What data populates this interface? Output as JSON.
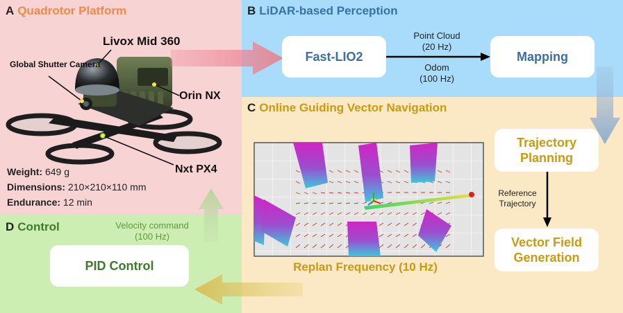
{
  "colors": {
    "panel_a_bg": "#f7d3d3",
    "panel_b_bg": "#a9dcfa",
    "panel_c_bg": "#fbe8c4",
    "panel_d_bg": "#cdeeb2",
    "title_a": "#f08a48",
    "title_b": "#3a6fa7",
    "title_c": "#c99a12",
    "title_d": "#3d7a2b",
    "obstacle_top": "#d024c4",
    "obstacle_bottom": "#3ec6dc",
    "vector_field": "#c0392b"
  },
  "panel_a": {
    "letter": "A",
    "title": "Quadrotor Platform",
    "labels": {
      "livox": "Livox Mid 360",
      "camera": "Global Shutter Camera",
      "orin": "Orin NX",
      "nxt": "Nxt PX4"
    },
    "specs": [
      {
        "key": "Weight:",
        "value": " 649 g"
      },
      {
        "key": "Dimensions:",
        "value": " 210×210×110 mm"
      },
      {
        "key": "Endurance:",
        "value": " 12 min"
      }
    ]
  },
  "panel_b": {
    "letter": "B",
    "title": "LiDAR-based Perception",
    "box_left": "Fast-LIO2",
    "box_right": "Mapping",
    "edge_top": {
      "line1": "Point Cloud",
      "line2": "(20 Hz)"
    },
    "edge_bottom": {
      "line1": "Odom",
      "line2": "(100 Hz)"
    }
  },
  "panel_c": {
    "letter": "C",
    "title": "Online Guiding Vector Navigation",
    "box_top": {
      "line1": "Trajectory",
      "line2": "Planning"
    },
    "edge": {
      "line1": "Reference",
      "line2": "Trajectory"
    },
    "box_bottom": {
      "line1": "Vector Field",
      "line2": "Generation"
    },
    "caption": "Replan Frequency (10 Hz)"
  },
  "panel_d": {
    "letter": "D",
    "title": "Control",
    "box": "PID Control",
    "edge": {
      "line1": "Velocity command",
      "line2": "(100 Hz)"
    }
  }
}
